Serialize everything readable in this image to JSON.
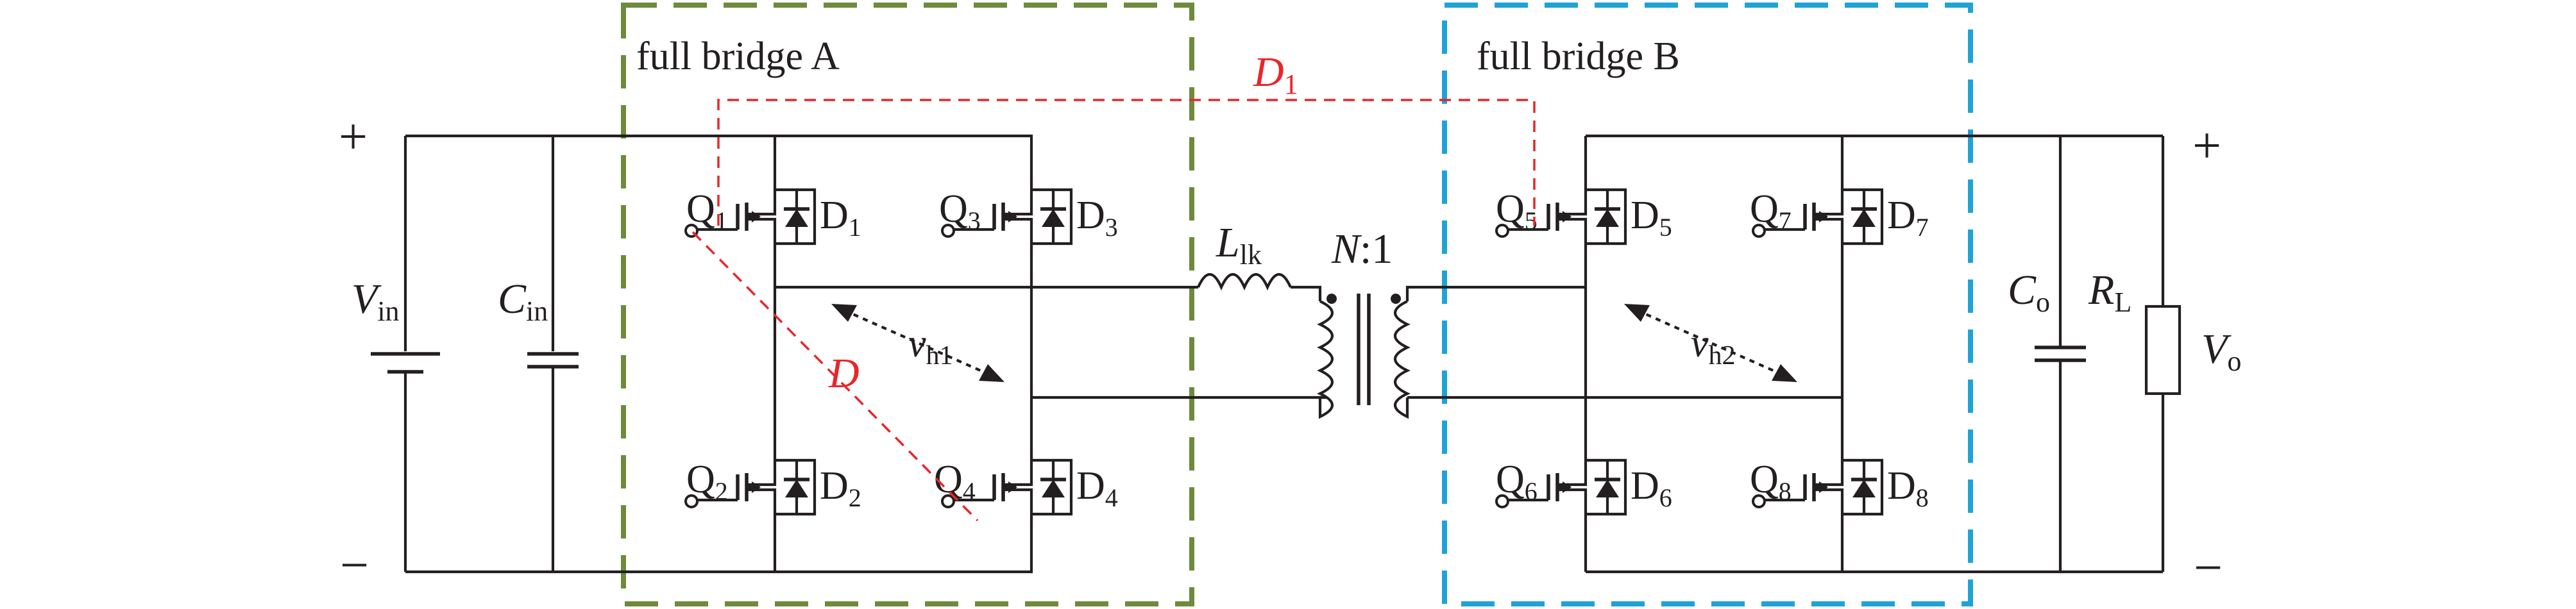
{
  "labels": {
    "bridge_a": "full bridge A",
    "bridge_b": "full bridge B",
    "d1_phase": {
      "main": "D",
      "sub": "1"
    },
    "d_phase": "D",
    "plus_in": "+",
    "minus_in": "−",
    "plus_out": "+",
    "minus_out": "−",
    "vin": {
      "main": "V",
      "sub": "in"
    },
    "cin": {
      "main": "C",
      "sub": "in"
    },
    "llk": {
      "main": "L",
      "sub": "lk"
    },
    "ratio": {
      "main": "N",
      "rest": ":1"
    },
    "vh1": {
      "main": "v",
      "sub": "h1"
    },
    "vh2": {
      "main": "v",
      "sub": "h2"
    },
    "co": {
      "main": "C",
      "sub": "o"
    },
    "rl": {
      "main": "R",
      "sub": "L"
    },
    "vo": {
      "main": "V",
      "sub": "o"
    }
  },
  "switches": [
    {
      "q": "Q",
      "q_sub": "1",
      "d": "D",
      "d_sub": "1"
    },
    {
      "q": "Q",
      "q_sub": "3",
      "d": "D",
      "d_sub": "3"
    },
    {
      "q": "Q",
      "q_sub": "2",
      "d": "D",
      "d_sub": "2"
    },
    {
      "q": "Q",
      "q_sub": "4",
      "d": "D",
      "d_sub": "4"
    },
    {
      "q": "Q",
      "q_sub": "5",
      "d": "D",
      "d_sub": "5"
    },
    {
      "q": "Q",
      "q_sub": "7",
      "d": "D",
      "d_sub": "7"
    },
    {
      "q": "Q",
      "q_sub": "6",
      "d": "D",
      "d_sub": "6"
    },
    {
      "q": "Q",
      "q_sub": "8",
      "d": "D",
      "d_sub": "8"
    }
  ],
  "colors": {
    "bridge_a_frame": "#6e8b3d",
    "bridge_b_frame": "#1fa3d6",
    "phase_shift": "#e8262a",
    "wire": "#231f20"
  }
}
